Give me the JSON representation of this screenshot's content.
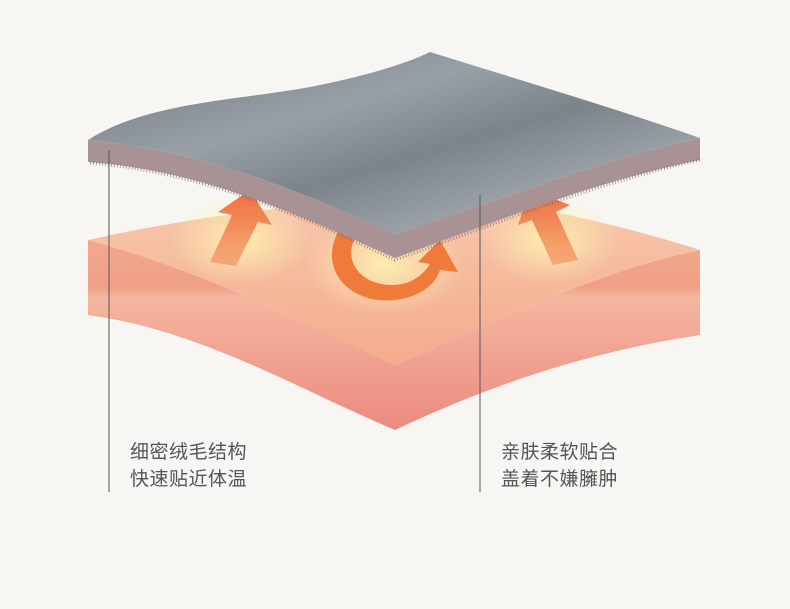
{
  "captions": {
    "left": {
      "line1": "细密绒毛结构",
      "line2": "快速贴近体温"
    },
    "right": {
      "line1": "亲肤柔软贴合",
      "line2": "盖着不嫌臃肿"
    }
  },
  "colors": {
    "background": "#f7f6f3",
    "skin_top": "#f6b89a",
    "skin_face": "#ef8f84",
    "blanket": "#8e949c",
    "arrow": "#f0773f"
  }
}
